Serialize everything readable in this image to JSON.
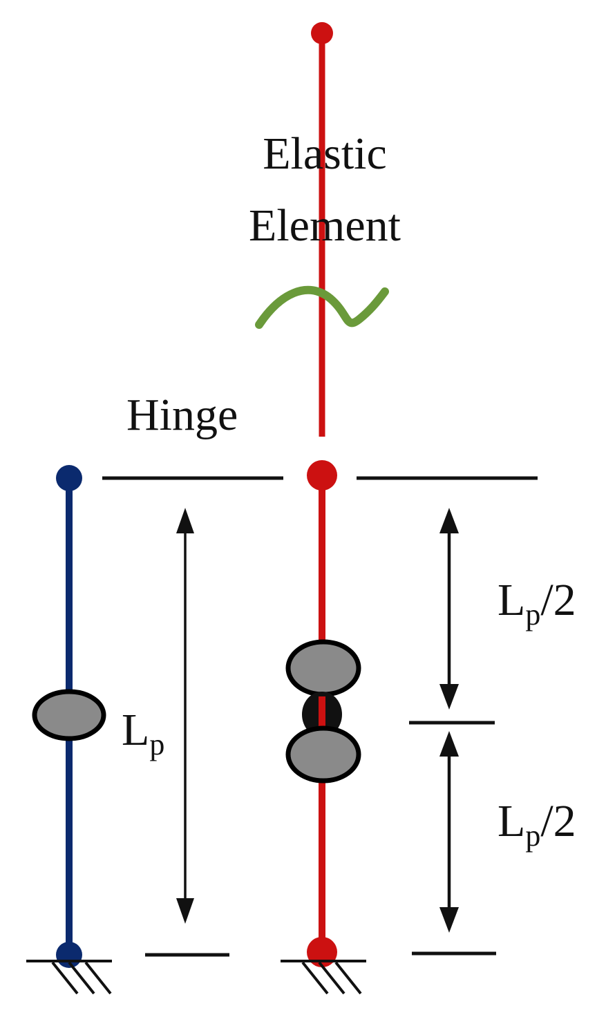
{
  "labels": {
    "elastic_line1": "Elastic",
    "elastic_line2": "Element",
    "hinge": "Hinge",
    "lp_main": "L",
    "lp_sub": "p",
    "lp_half_top_main": "L",
    "lp_half_top_sub": "p",
    "lp_half_top_suffix": "/2",
    "lp_half_bottom_main": "L",
    "lp_half_bottom_sub": "p",
    "lp_half_bottom_suffix": "/2"
  },
  "colors": {
    "blue_column": "#0b2a6e",
    "red_column": "#cc1111",
    "hinge_fill": "#8a8a8a",
    "wave": "#6a9a3a",
    "line": "#111111"
  }
}
